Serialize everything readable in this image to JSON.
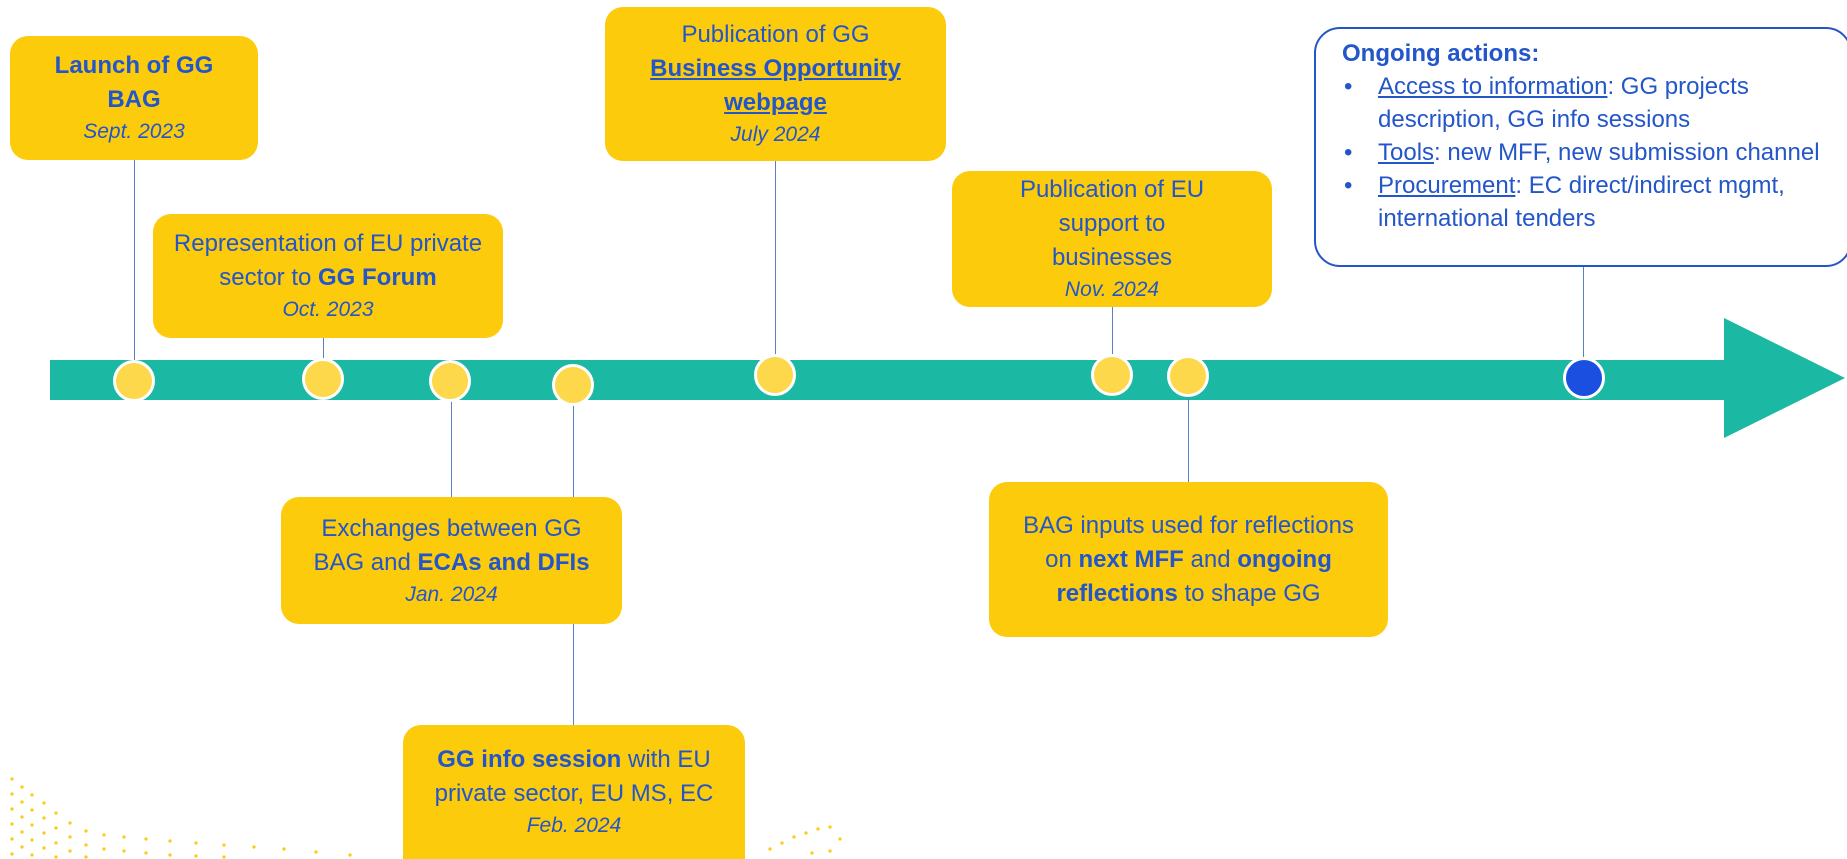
{
  "colors": {
    "timeline": "#1bb8a3",
    "box": "#fccb0c",
    "text": "#2356c9",
    "dot_yellow": "#fcd84a",
    "dot_blue": "#1a4fe0"
  },
  "events": {
    "launch": {
      "line1": "Launch of GG",
      "line2": "BAG",
      "date": "Sept. 2023"
    },
    "representation": {
      "pre": "Representation of EU private sector to ",
      "bold": "GG Forum",
      "date": "Oct. 2023"
    },
    "exchanges": {
      "pre": "Exchanges between GG BAG and ",
      "bold": "ECAs and DFIs",
      "date": "Jan. 2024"
    },
    "info_session": {
      "bold": "GG info session",
      "post": " with EU private sector, EU MS, EC",
      "date": "Feb. 2024"
    },
    "publication_webpage": {
      "pre": "Publication of GG",
      "link": "Business Opportunity webpage",
      "date": "July 2024"
    },
    "publication_support": {
      "text": "Publication of EU support to businesses",
      "date": "Nov. 2024"
    },
    "bag_inputs": {
      "t1": "BAG inputs used for reflections on ",
      "b1": "next MFF",
      "t2": " and ",
      "b2": "ongoing reflections",
      "t3": " to shape GG"
    }
  },
  "ongoing": {
    "title": "Ongoing actions:",
    "items": [
      {
        "label": "Access to information",
        "rest": ": GG projects description, GG info sessions"
      },
      {
        "label": "Tools",
        "rest": ": new MFF, new submission channel"
      },
      {
        "label": "Procurement",
        "rest": ": EC direct/indirect mgmt, international tenders"
      }
    ]
  }
}
